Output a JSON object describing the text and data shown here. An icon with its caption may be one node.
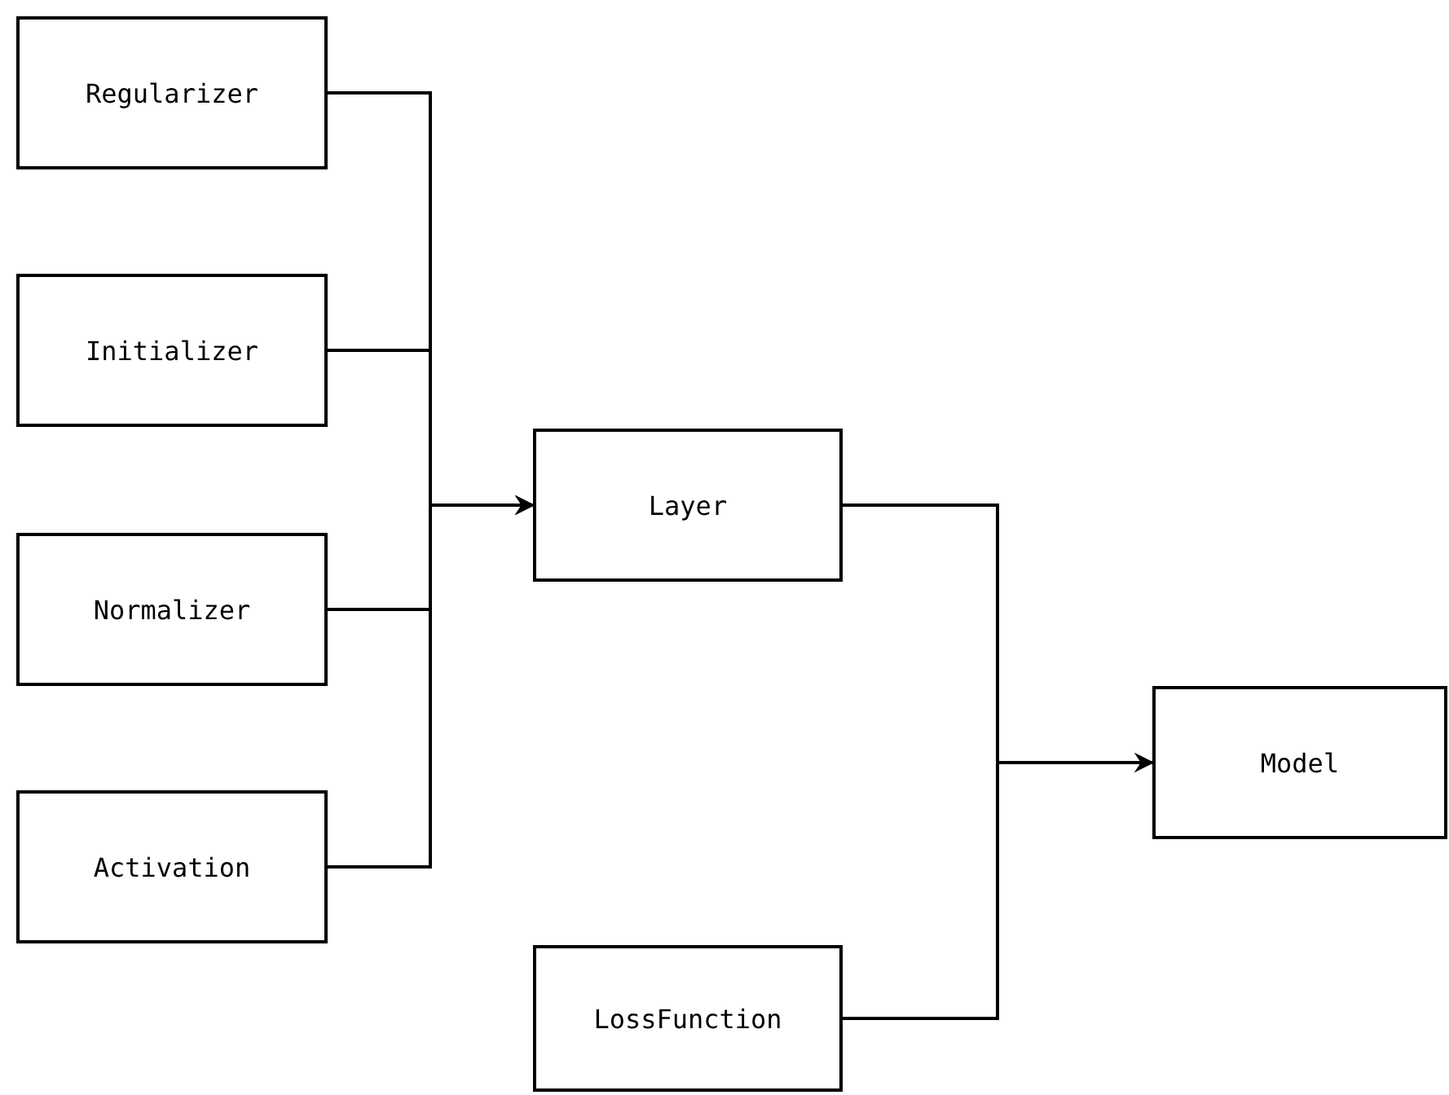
{
  "diagram": {
    "nodes": [
      {
        "text": [
          "Regularizer"
        ]
      },
      {
        "text": [
          "Initializer"
        ]
      },
      {
        "text": [
          "Normalizer"
        ]
      },
      {
        "text": [
          "Activation"
        ]
      },
      {
        "text": [
          "Layer"
        ]
      },
      {
        "text": [
          "Model"
        ]
      },
      {
        "text": [
          "LossFunction"
        ]
      }
    ],
    "edges": [
      {
        "from": 0,
        "to": 4,
        "arrow": "to"
      },
      {
        "from": 1,
        "to": 4,
        "arrow": "to"
      },
      {
        "from": 2,
        "to": 4,
        "arrow": "to"
      },
      {
        "from": 3,
        "to": 4,
        "arrow": "to"
      },
      {
        "from": 4,
        "to": 5,
        "arrow": "to"
      },
      {
        "from": 6,
        "to": 5,
        "arrow": "to"
      }
    ]
  }
}
